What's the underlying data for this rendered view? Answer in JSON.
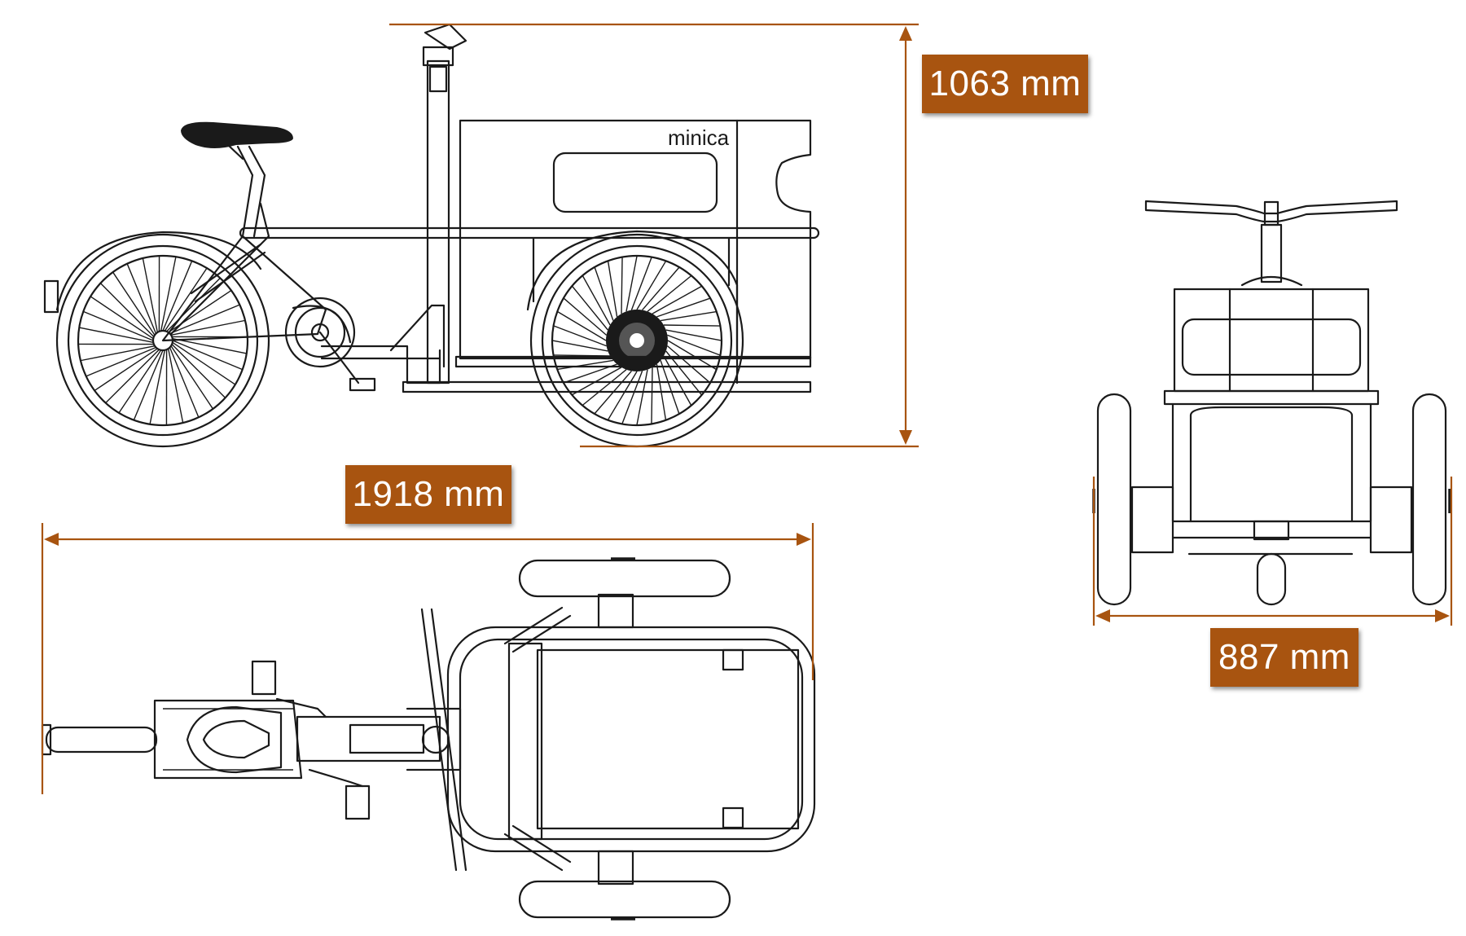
{
  "brand": {
    "logo_text": "minica"
  },
  "dimensions": {
    "height": {
      "label": "1063 mm"
    },
    "length": {
      "label": "1918 mm"
    },
    "width": {
      "label": "887 mm"
    }
  },
  "colors": {
    "accent": "#a85410",
    "line": "#1a1a1a",
    "background": "#ffffff"
  }
}
